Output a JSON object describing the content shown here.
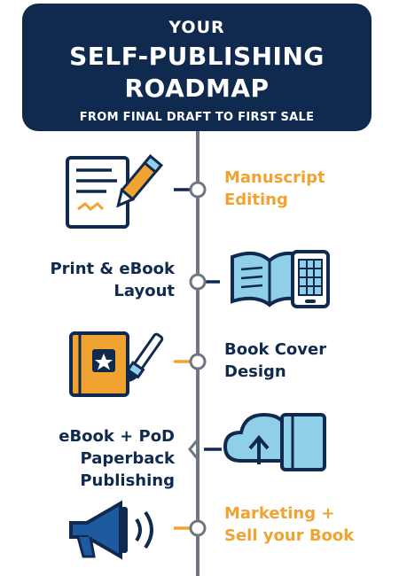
{
  "header": {
    "line1": "YOUR",
    "title": "SELF-PUBLISHING\nROADMAP",
    "subtitle": "FROM FINAL DRAFT TO FIRST SALE"
  },
  "colors": {
    "navy": "#0f2a4e",
    "orange": "#f0a331",
    "light_blue": "#8fd0e8",
    "gray": "#6f7682"
  },
  "steps": [
    {
      "label": "Manuscript\nEditing",
      "side": "right",
      "color": "orange",
      "icon": "document-pen-icon"
    },
    {
      "label": "Print & eBook\nLayout",
      "side": "left",
      "color": "navy",
      "icon": "book-tablet-icon"
    },
    {
      "label": "Book Cover\nDesign",
      "side": "right",
      "color": "navy",
      "icon": "book-paintbrush-icon"
    },
    {
      "label": "eBook + PoD\nPaperback\nPublishing",
      "side": "left",
      "color": "navy",
      "icon": "cloud-upload-book-icon"
    },
    {
      "label": "Marketing +\nSell your Book",
      "side": "right",
      "color": "orange",
      "icon": "megaphone-icon"
    }
  ]
}
